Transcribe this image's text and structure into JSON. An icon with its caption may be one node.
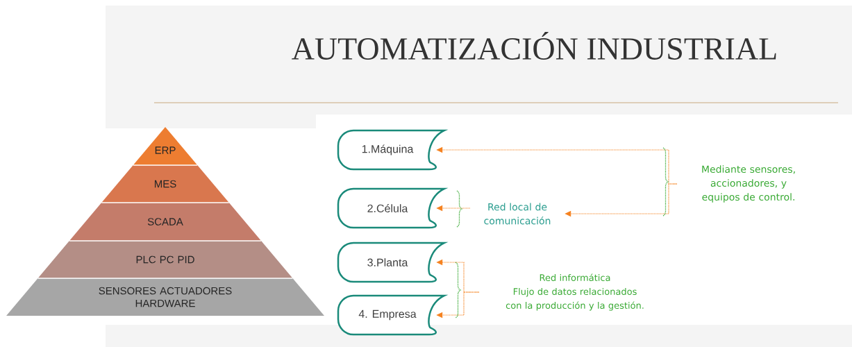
{
  "diagram": {
    "title": "AUTOMATIZACIÓN INDUSTRIAL",
    "nodes": [
      {
        "text": [
          "ERP"
        ]
      },
      {
        "text": [
          "MES"
        ]
      },
      {
        "text": [
          "SCADA"
        ]
      },
      {
        "text": [
          "PLC  PC  PID"
        ]
      },
      {
        "text": [
          "SENSORES ACTUADORES HARDWARE"
        ]
      },
      {
        "text": [
          "1.Máquina"
        ]
      },
      {
        "text": [
          "2.Célula"
        ]
      },
      {
        "text": [
          "3.Planta"
        ]
      },
      {
        "text": [
          "4. Empresa"
        ]
      },
      {
        "text": [
          "Mediante sensores, accionadores, y equipos de control."
        ]
      },
      {
        "text": [
          "Red local de comunicación"
        ]
      },
      {
        "text": [
          "Red informática",
          "Flujo de datos relacionados con la producción y la gestión."
        ]
      }
    ],
    "edges": [
      {
        "from": 9,
        "to": 5,
        "arrow": "to"
      },
      {
        "from": 9,
        "to": 10,
        "arrow": "to"
      },
      {
        "from": 10,
        "to": 6,
        "arrow": "to"
      },
      {
        "from": 11,
        "to": 7,
        "arrow": "to"
      },
      {
        "from": 11,
        "to": 8,
        "arrow": "to"
      }
    ]
  }
}
